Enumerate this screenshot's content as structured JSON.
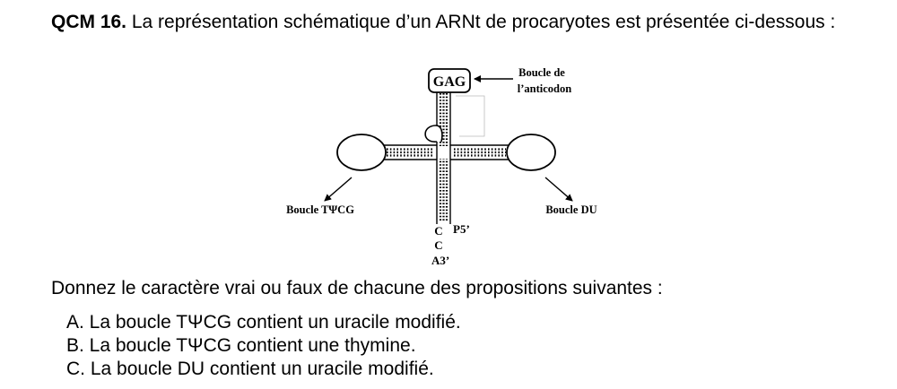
{
  "question": {
    "number": "QCM 16.",
    "text": " La représentation schématique d’un ARNt de procaryotes est présentée ci-dessous :"
  },
  "diagram": {
    "anticodon": "GAG",
    "label_anticodon_line1": "Boucle de",
    "label_anticodon_line2": "l’anticodon",
    "label_tpsicg": "Boucle TΨCG",
    "label_du": "Boucle DU",
    "end_c1": "C",
    "end_p5": "P5’",
    "end_c2": "C",
    "end_a3": "A3’"
  },
  "instruction": "Donnez le caractère vrai ou faux de chacune des propositions suivantes :",
  "propositions": [
    "A. La boucle TΨCG contient un uracile modifié.",
    "B. La boucle TΨCG contient une thymine.",
    "C. La boucle DU contient un uracile modifié."
  ]
}
